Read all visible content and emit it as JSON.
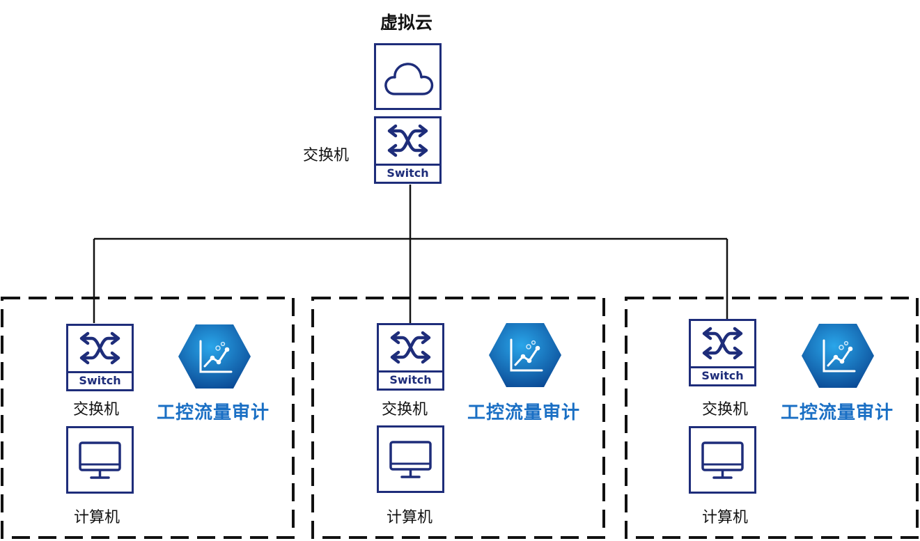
{
  "colors": {
    "icon_navy": "#1e2d7a",
    "audit_blue": "#1a6fc4",
    "line": "#111111"
  },
  "cloud": {
    "title": "虚拟云",
    "icon": "cloud-icon"
  },
  "core_switch": {
    "label": "交换机",
    "caption": "Switch",
    "icon": "switch-arrows-icon"
  },
  "zones": [
    {
      "switch": {
        "label": "交换机",
        "caption": "Switch"
      },
      "audit": {
        "label": "工控流量审计",
        "icon": "traffic-audit-hexagon-icon"
      },
      "computer": {
        "label": "计算机",
        "icon": "monitor-icon"
      }
    },
    {
      "switch": {
        "label": "交换机",
        "caption": "Switch"
      },
      "audit": {
        "label": "工控流量审计",
        "icon": "traffic-audit-hexagon-icon"
      },
      "computer": {
        "label": "计算机",
        "icon": "monitor-icon"
      }
    },
    {
      "switch": {
        "label": "交换机",
        "caption": "Switch"
      },
      "audit": {
        "label": "工控流量审计",
        "icon": "traffic-audit-hexagon-icon"
      },
      "computer": {
        "label": "计算机",
        "icon": "monitor-icon"
      }
    }
  ]
}
